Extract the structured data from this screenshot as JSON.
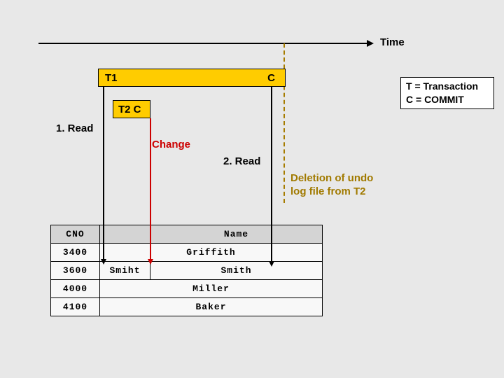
{
  "colors": {
    "background": "#e8e8e8",
    "transaction_bar": "#ffcc00",
    "change_red": "#cc0000",
    "undo_olive": "#a17a00",
    "table_header_bg": "#d4d4d4",
    "table_row_bg": "#f8f8f8",
    "highlight_cell_bg": "#ffe8a6"
  },
  "timeline": {
    "label": "Time"
  },
  "bars": {
    "t1": {
      "label": "T1",
      "commit": "C"
    },
    "t2": {
      "label": "T2 C"
    }
  },
  "annotations": {
    "read1": "1. Read",
    "change": "Change",
    "read2": "2. Read",
    "deletion_line1": "Deletion of undo",
    "deletion_line2": "log file from T2"
  },
  "legend": {
    "line1": "T = Transaction",
    "line2": "C = COMMIT"
  },
  "table": {
    "header": {
      "cno": "CNO",
      "name": "Name"
    },
    "rows": [
      {
        "cno": "3400",
        "name": "Griffith"
      },
      {
        "cno": "3600",
        "old": "Smiht",
        "name": "Smith"
      },
      {
        "cno": "4000",
        "name": "Miller"
      },
      {
        "cno": "4100",
        "name": "Baker"
      }
    ]
  }
}
